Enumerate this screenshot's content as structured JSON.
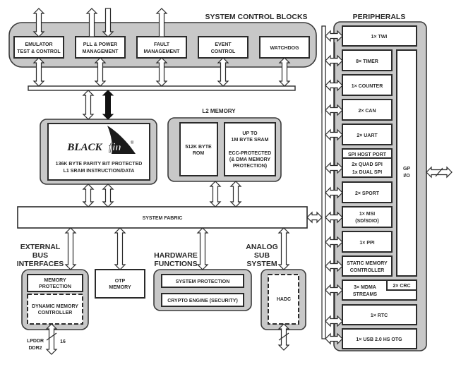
{
  "diagram": {
    "system_control": {
      "title": "SYSTEM CONTROL BLOCKS",
      "blocks": [
        {
          "line1": "EMULATOR",
          "line2": "TEST & CONTROL"
        },
        {
          "line1": "PLL & POWER",
          "line2": "MANAGEMENT"
        },
        {
          "line1": "FAULT",
          "line2": "MANAGEMENT"
        },
        {
          "line1": "EVENT",
          "line2": "CONTROL"
        },
        {
          "line1": "WATCHDOG",
          "line2": ""
        }
      ]
    },
    "core": {
      "logo_text_left": "BLACK",
      "logo_text_right": "fin",
      "logo_mark": "®",
      "line1": "136K BYTE PARITY BIT PROTECTED",
      "line2": "L1 SRAM INSTRUCTION/DATA"
    },
    "l2_memory": {
      "title": "L2 MEMORY",
      "rom": {
        "line1": "512K BYTE",
        "line2": "ROM"
      },
      "sram": {
        "line1": "UP TO",
        "line2": "1M BYTE SRAM",
        "line3": "ECC-PROTECTED",
        "line4": "(& DMA MEMORY",
        "line5": "PROTECTION)"
      }
    },
    "system_fabric": {
      "label": "SYSTEM FABRIC"
    },
    "external_bus": {
      "title_line1": "EXTERNAL",
      "title_line2": "BUS",
      "title_line3": "INTERFACES",
      "memory_protection": {
        "line1": "MEMORY",
        "line2": "PROTECTION"
      },
      "dmc": {
        "line1": "DYNAMIC MEMORY",
        "line2": "CONTROLLER"
      },
      "bus_label_line1": "LPDDR",
      "bus_label_line2": "DDR2",
      "bus_width": "16"
    },
    "otp": {
      "line1": "OTP",
      "line2": "MEMORY"
    },
    "hardware_functions": {
      "title_line1": "HARDWARE",
      "title_line2": "FUNCTIONS",
      "system_protection": "SYSTEM PROTECTION",
      "crypto": "CRYPTO ENGINE (SECURITY)"
    },
    "analog": {
      "title_line1": "ANALOG",
      "title_line2": "SUB",
      "title_line3": "SYSTEM",
      "hadc": "HADC"
    },
    "peripherals": {
      "title": "PERIPHERALS",
      "twi": "1× TWI",
      "timer": "8× TIMER",
      "counter": "1× COUNTER",
      "can": "2× CAN",
      "uart": "2× UART",
      "spi_host": "SPI HOST PORT",
      "spi_line1": "2x QUAD SPI",
      "spi_line2": "1x DUAL SPI",
      "sport": "2× SPORT",
      "msi_line1": "1× MSI",
      "msi_line2": "(SD/SDIO)",
      "ppi": "1× PPI",
      "smc_line1": "STATIC MEMORY",
      "smc_line2": "CONTROLLER",
      "mdma_line1": "3× MDMA",
      "mdma_line2": "STREAMS",
      "crc": "2× CRC",
      "rtc": "1× RTC",
      "usb": "1× USB 2.0 HS OTG",
      "gpio_line1": "GP",
      "gpio_line2": "I/O"
    }
  }
}
